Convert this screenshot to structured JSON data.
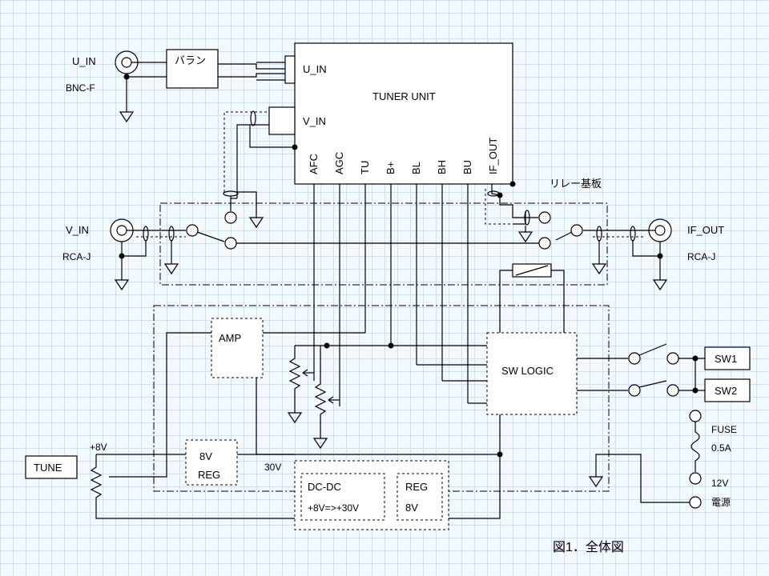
{
  "tuner": {
    "title": "TUNER UNIT",
    "u_in": "U_IN",
    "v_in": "V_IN",
    "pins": [
      "AFC",
      "AGC",
      "TU",
      "B+",
      "BL",
      "BH",
      "BU",
      "IF_OUT"
    ]
  },
  "balun": "バラン",
  "connectors": {
    "u_in": "U_IN",
    "u_in_type": "BNC-F",
    "v_in": "V_IN",
    "v_in_type": "RCA-J",
    "if_out": "IF_OUT",
    "if_out_type": "RCA-J"
  },
  "relay_board": "リレー基板",
  "amp": "AMP",
  "sw_logic": "SW LOGIC",
  "sw1": "SW1",
  "sw2": "SW2",
  "tune": "TUNE",
  "plus8v": "+8V",
  "reg8v": {
    "line1": "8V",
    "line2": "REG"
  },
  "v30": "30V",
  "dcdc": {
    "line1": "DC-DC",
    "line2": "+8V=>+30V"
  },
  "reg_out": {
    "line1": "REG",
    "line2": "8V"
  },
  "fuse": {
    "line1": "FUSE",
    "line2": "0.5A"
  },
  "supply": {
    "line1": "12V",
    "line2": "電源"
  },
  "caption": "図1．全体図"
}
